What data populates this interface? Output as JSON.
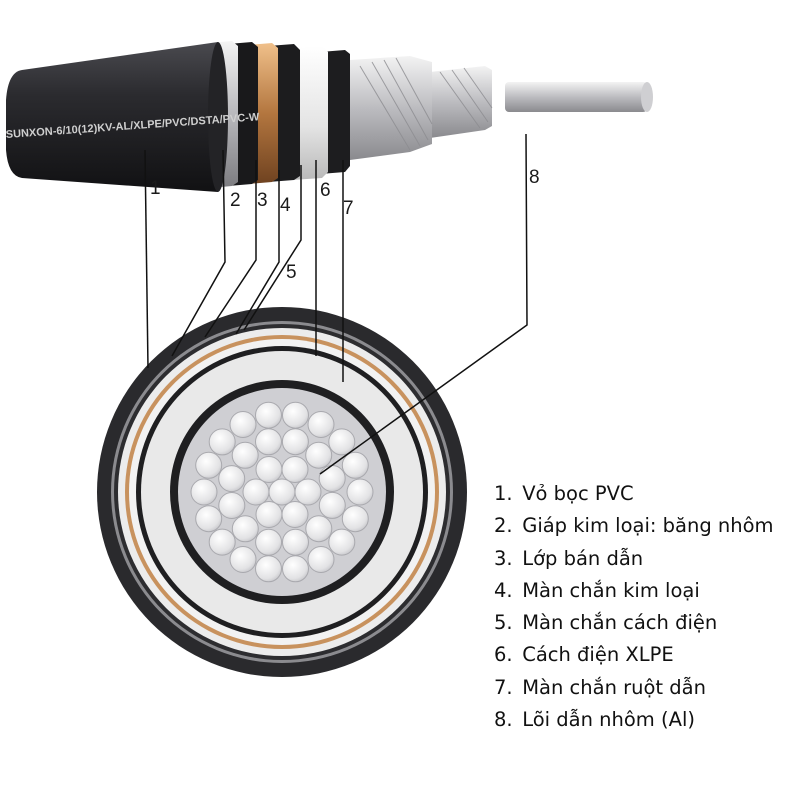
{
  "jacket_print": "SUNXON-6/10(12)KV-AL/XLPE/PVC/DSTA/PVC-W",
  "callouts": [
    "1",
    "2",
    "3",
    "4",
    "5",
    "6",
    "7",
    "8"
  ],
  "legend": [
    {
      "num": "1.",
      "text": "Vỏ bọc PVC"
    },
    {
      "num": "2.",
      "text": "Giáp kim loại: băng nhôm"
    },
    {
      "num": "3.",
      "text": "Lớp bán dẫn"
    },
    {
      "num": "4.",
      "text": "Màn chắn kim loại"
    },
    {
      "num": "5.",
      "text": "Màn chắn cách điện"
    },
    {
      "num": "6.",
      "text": "Cách điện XLPE"
    },
    {
      "num": "7.",
      "text": "Màn chắn ruột dẫn"
    },
    {
      "num": "8.",
      "text": "Lõi dẫn nhôm (Al)"
    }
  ],
  "colors": {
    "jacket": "#26262a",
    "copper_tape": "#c8925e",
    "insulation": "#ececec",
    "conductor": "#d9d9dc",
    "leader_line": "#111111"
  }
}
